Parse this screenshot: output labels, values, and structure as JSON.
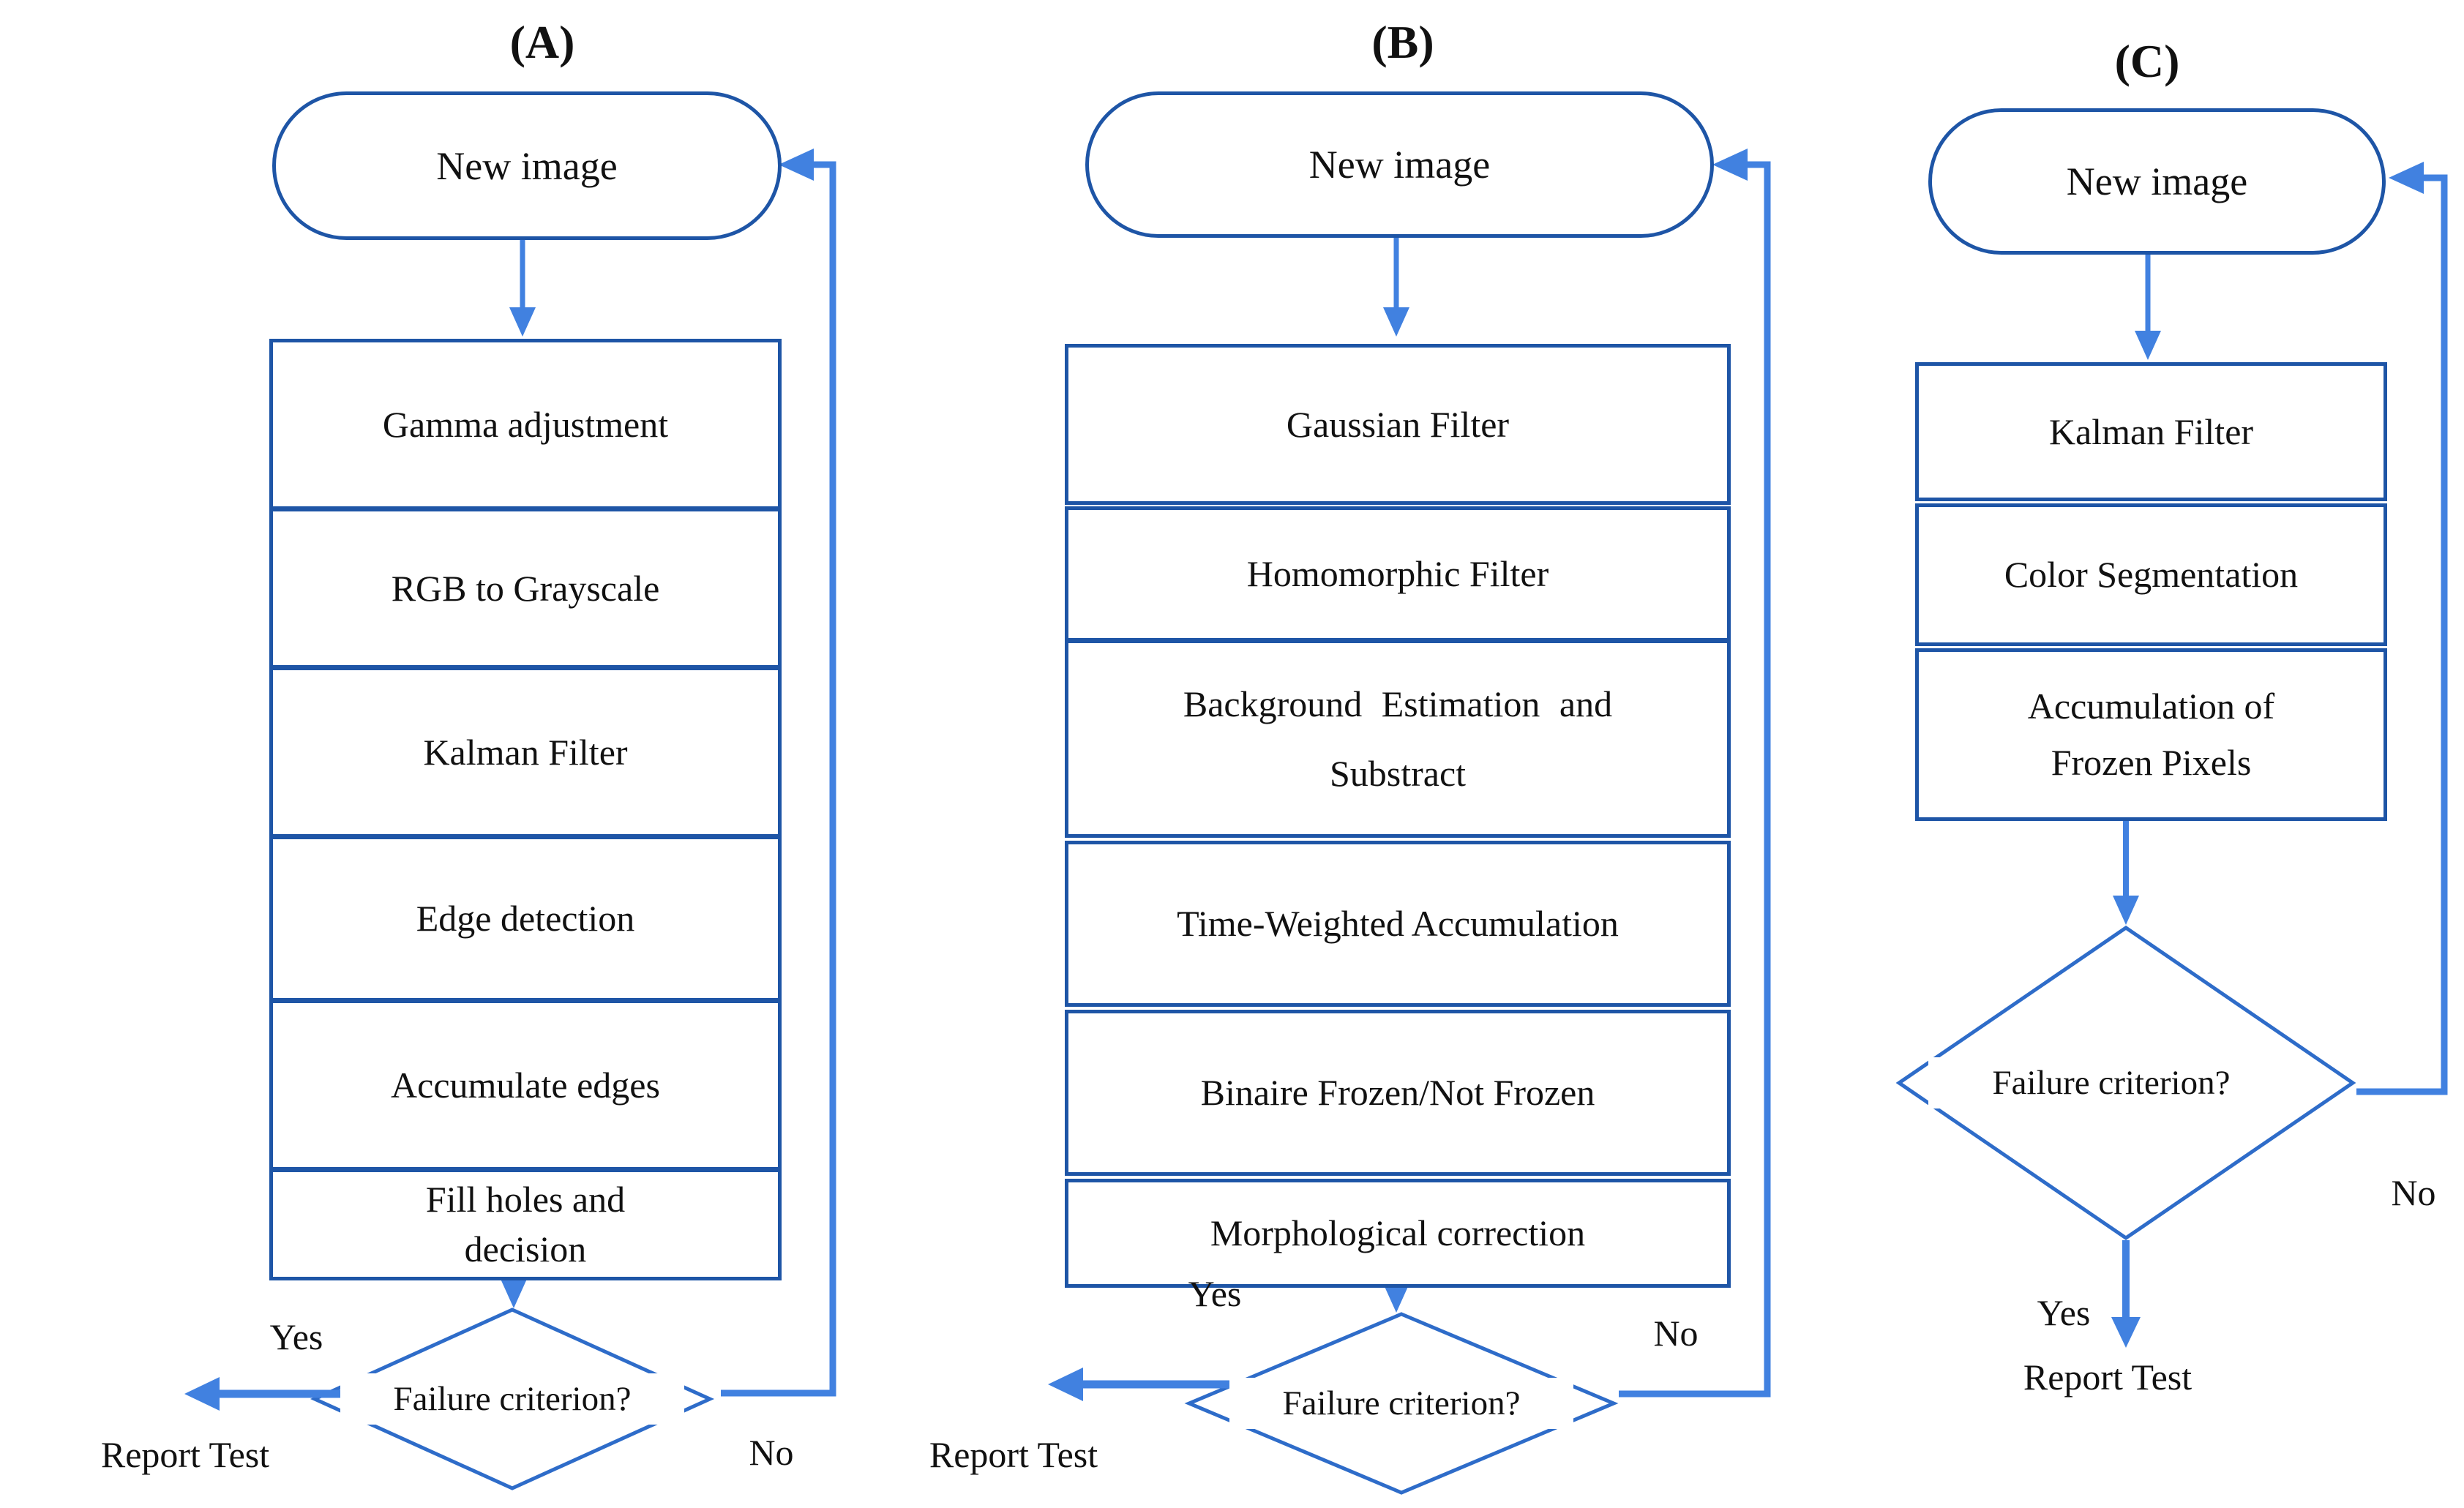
{
  "colors": {
    "box_border": "#1e55a6",
    "arrow_blue": "#4181e0",
    "diamond_blue": "#2e6cc9",
    "text": "#111111"
  },
  "panels": [
    {
      "title": "(A)",
      "start": "New image",
      "boxes": [
        {
          "lines": [
            "Gamma adjustment"
          ]
        },
        {
          "lines": [
            "RGB to Grayscale"
          ]
        },
        {
          "lines": [
            "Kalman Filter"
          ]
        },
        {
          "lines": [
            "Edge detection"
          ]
        },
        {
          "lines": [
            "Accumulate edges"
          ]
        },
        {
          "lines": [
            "Fill holes and",
            "decision"
          ]
        }
      ],
      "decision": "Failure criterion?",
      "yes_label": "Yes",
      "no_label": "No",
      "report_label": "Report Test"
    },
    {
      "title": "(B)",
      "start": "New image",
      "boxes": [
        {
          "lines": [
            "Gaussian Filter"
          ]
        },
        {
          "lines": [
            "Homomorphic Filter"
          ]
        },
        {
          "lines": [
            "Background Estimation and",
            "Substract"
          ]
        },
        {
          "lines": [
            "Time-Weighted Accumulation"
          ]
        },
        {
          "lines": [
            "Binaire Frozen/Not Frozen"
          ]
        },
        {
          "lines": [
            "Morphological correction"
          ]
        }
      ],
      "decision": "Failure criterion?",
      "yes_label": "Yes",
      "no_label": "No",
      "report_label": "Report Test"
    },
    {
      "title": "(C)",
      "start": "New image",
      "boxes": [
        {
          "lines": [
            "Kalman Filter"
          ]
        },
        {
          "lines": [
            "Color Segmentation"
          ]
        },
        {
          "lines": [
            "Accumulation of",
            "Frozen Pixels"
          ]
        }
      ],
      "decision": "Failure criterion?",
      "yes_label": "Yes",
      "no_label": "No",
      "report_label": "Report Test"
    }
  ]
}
